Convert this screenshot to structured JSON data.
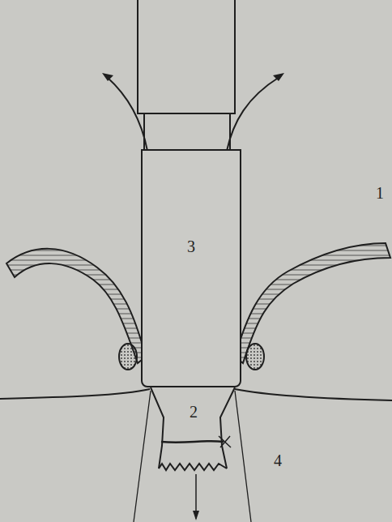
{
  "diagram": {
    "nodes": [
      {
        "text": [
          "3"
        ]
      }
    ],
    "labels": [
      "1",
      "2",
      "4"
    ]
  }
}
